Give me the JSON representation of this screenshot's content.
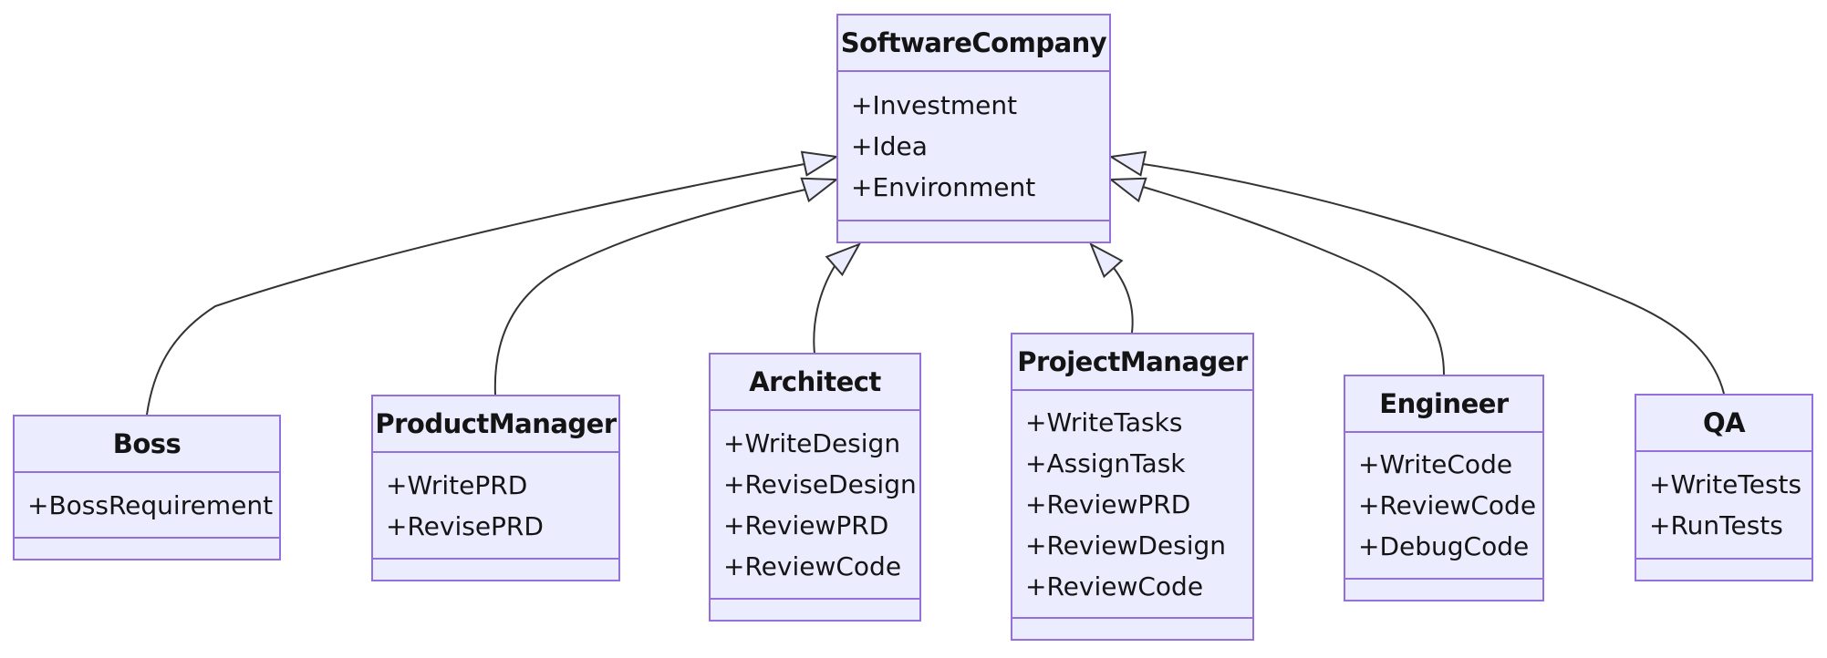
{
  "diagram": {
    "type": "uml-class-diagram",
    "background": "#FFFFFF",
    "colors": {
      "box_fill": "#ECECFF",
      "box_border": "#9370DB",
      "edge_line": "#333333",
      "text": "#141414"
    },
    "classes": [
      {
        "name": "SoftwareCompany",
        "attributes": [
          "+Investment",
          "+Idea",
          "+Environment"
        ],
        "methods": []
      },
      {
        "name": "Boss",
        "attributes": [
          "+BossRequirement"
        ],
        "methods": []
      },
      {
        "name": "ProductManager",
        "attributes": [
          "+WritePRD",
          "+RevisePRD"
        ],
        "methods": []
      },
      {
        "name": "Architect",
        "attributes": [
          "+WriteDesign",
          "+ReviseDesign",
          "+ReviewPRD",
          "+ReviewCode"
        ],
        "methods": []
      },
      {
        "name": "ProjectManager",
        "attributes": [
          "+WriteTasks",
          "+AssignTask",
          "+ReviewPRD",
          "+ReviewDesign",
          "+ReviewCode"
        ],
        "methods": []
      },
      {
        "name": "Engineer",
        "attributes": [
          "+WriteCode",
          "+ReviewCode",
          "+DebugCode"
        ],
        "methods": []
      },
      {
        "name": "QA",
        "attributes": [
          "+WriteTests",
          "+RunTests"
        ],
        "methods": []
      }
    ],
    "relations": [
      {
        "from": "Boss",
        "to": "SoftwareCompany",
        "type": "inheritance"
      },
      {
        "from": "ProductManager",
        "to": "SoftwareCompany",
        "type": "inheritance"
      },
      {
        "from": "Architect",
        "to": "SoftwareCompany",
        "type": "inheritance"
      },
      {
        "from": "ProjectManager",
        "to": "SoftwareCompany",
        "type": "inheritance"
      },
      {
        "from": "Engineer",
        "to": "SoftwareCompany",
        "type": "inheritance"
      },
      {
        "from": "QA",
        "to": "SoftwareCompany",
        "type": "inheritance"
      }
    ]
  }
}
